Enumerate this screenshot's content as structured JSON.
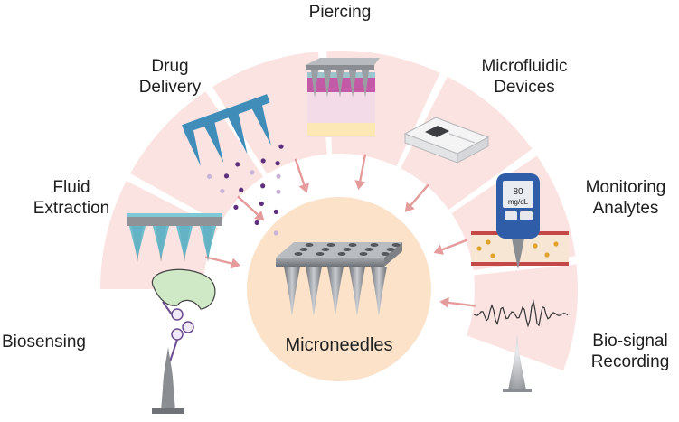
{
  "diagram": {
    "center_label": "Microneedles",
    "applications": {
      "piercing": "Piercing",
      "drug_delivery": [
        "Drug",
        "Delivery"
      ],
      "microfluidic_devices": [
        "Microfluidic",
        "Devices"
      ],
      "fluid_extraction": [
        "Fluid",
        "Extraction"
      ],
      "monitoring_analytes": [
        "Monitoring",
        "Analytes"
      ],
      "biosensing": "Biosensing",
      "bio_signal_recording": [
        "Bio-signal",
        "Recording"
      ]
    },
    "glucose_meter": {
      "reading": "80",
      "unit": "mg/dL"
    },
    "colors": {
      "segment_fill": "#fbe3e1",
      "center_fill": "#fbe2c9",
      "arrow": "#e59b9b",
      "needle_gray": "#8a8d91",
      "interstitial_blue": "#5fb7c9"
    }
  }
}
